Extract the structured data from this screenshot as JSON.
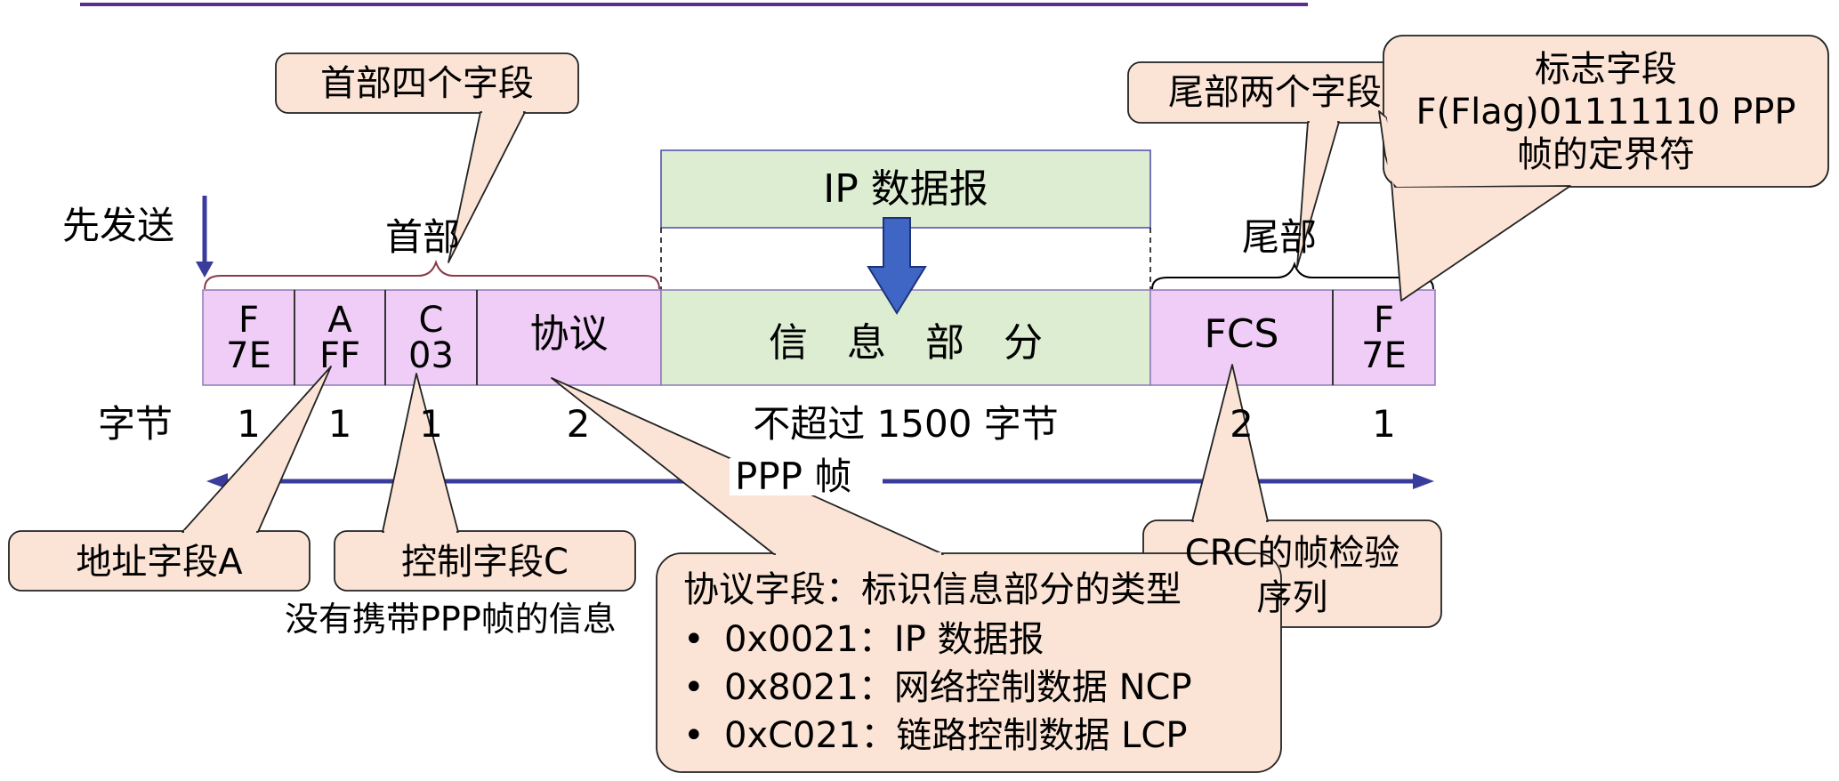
{
  "labels": {
    "send_first": "先发送",
    "header": "首部",
    "trailer": "尾部",
    "ip_datagram": "IP 数据报",
    "bytes": "字节",
    "frame": "PPP 帧",
    "no_info": "没有携带PPP帧的信息"
  },
  "frame_fields": [
    {
      "name": "F",
      "value": "7E",
      "bytes": "1"
    },
    {
      "name": "A",
      "value": "FF",
      "bytes": "1"
    },
    {
      "name": "C",
      "value": "03",
      "bytes": "1"
    },
    {
      "name": "协议",
      "value": "",
      "bytes": "2"
    },
    {
      "name": "信　息　部　分",
      "value": "",
      "bytes": "不超过 1500 字节"
    },
    {
      "name": "FCS",
      "value": "",
      "bytes": "2"
    },
    {
      "name": "F",
      "value": "7E",
      "bytes": "1"
    }
  ],
  "callouts": {
    "header_four": "首部四个字段",
    "trailer_two": "尾部两个字段",
    "flag_line1": "标志字段",
    "flag_line2": "F(Flag)01111110 PPP",
    "flag_line3": "帧的定界符",
    "address": "地址字段A",
    "control": "控制字段C",
    "crc_line1": "CRC的帧检验",
    "crc_line2": "序列",
    "protocol_title": "协议字段：标识信息部分的类型",
    "protocol_items": [
      "0x0021：IP 数据报",
      "0x8021：网络控制数据 NCP",
      "0xC021：链路控制数据 LCP"
    ]
  },
  "colors": {
    "field_fill": "#f0cdf7",
    "info_fill": "#dcedd2",
    "callout_fill": "#fbe4d6",
    "navy": "#3a3c9c",
    "down_arrow": "#3f66c4",
    "top_rule": "#5b2d8f"
  }
}
